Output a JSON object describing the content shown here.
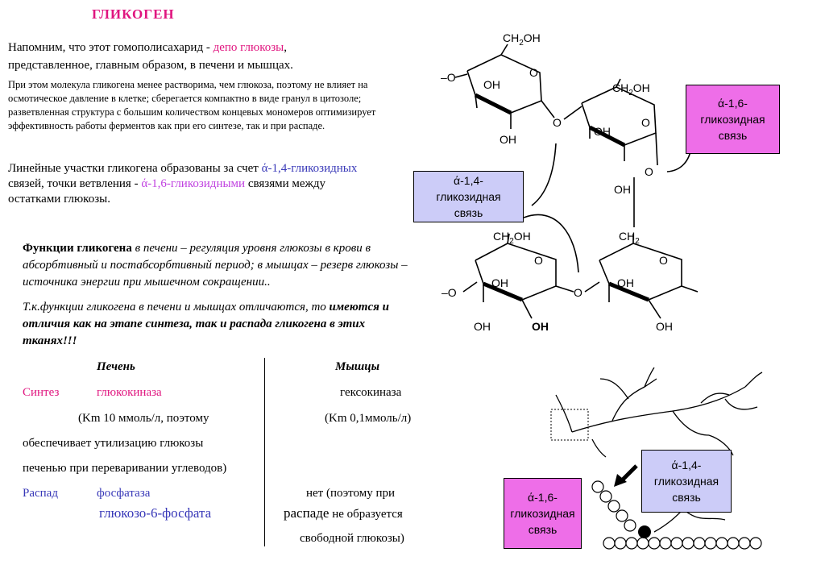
{
  "title": "ГЛИКОГЕН",
  "intro": {
    "p1_a": "Напомним,  что этот гомополисахарид  -  ",
    "p1_pink": "депо глюкозы",
    "p1_b": ", представленное,  главным  образом, в печени и мышцах.",
    "p2": "При этом молекула гликогена  менее растворима, чем глюкоза, поэтому не влияет на осмотическое давление в клетке; сберегается компактно в виде гранул в цитозоле;  разветвленная структура с большим количеством концевых  мономеров оптимизирует эффективность работы ферментов как при его синтезе, так и при распаде.",
    "p3_a": "Линейные  участки гликогена  образованы  за счет ",
    "p3_blue": "ά-1,4-гликозидных",
    "p3_b": "  связей, точки ветвления  - ",
    "p3_violet": "ά-1,6-гликозидными",
    "p3_c": " связями между остатками  глюкозы."
  },
  "functions": {
    "bold": "Функции  гликогена",
    "text": " в  печени – регуляция уровня глюкозы в крови в абсорбтивный и постабсорбтивный период; в мышцах – резерв глюкозы – источника энергии при мышечном сокращении..",
    "tk_a": "Т.к.функции  гликогена в печени и мышцах отличаются,  то ",
    "tk_bold": "имеются  и отличия  как на этапе синтеза, так и распада гликогена  в этих тканях!!!"
  },
  "table": {
    "col_liver": "Печень",
    "col_muscle": "Мышцы",
    "synth_label": "Синтез",
    "synth_liver_enzyme": "глюкокиназа",
    "synth_muscle_enzyme": "гексокиназа",
    "km_liver": "(Km 10 ммоль/л, поэтому",
    "km_muscle": "(Km 0,1ммоль/л)",
    "liver_note1": "обеспечивает  утилизацию  глюкозы",
    "liver_note2": "печенью при  переваривании  углеводов)",
    "decay_label": "Распад",
    "decay_liver_enzyme1": "фосфатаза",
    "decay_liver_enzyme2": "глюкозо-6-фосфата",
    "decay_muscle1": "нет   (поэтому при",
    "decay_muscle2_big": "распаде",
    "decay_muscle2": " не образуется",
    "decay_muscle3": "свободной глюкозы)"
  },
  "diagram": {
    "ch2oh": "CH",
    "oh": "OH",
    "o": "O",
    "ch2": "CH",
    "sub2": "2",
    "sub2oh": "OH"
  },
  "boxes": {
    "a16_top": [
      "ά-1,6-",
      "гликозидная",
      "связь"
    ],
    "a14_mid": [
      "ά-1,4-",
      "гликозидная",
      "связь"
    ],
    "a14_bottom": [
      "ά-1,4-",
      "гликозидная",
      "связь"
    ],
    "a16_bottom": [
      "ά-1,6-",
      "гликозидная",
      "связь"
    ]
  },
  "colors": {
    "pink": "#e0157f",
    "blue": "#3838b8",
    "violet": "#c040e0",
    "box_pink": "#ee6ee8",
    "box_lavender": "#ccccf8"
  }
}
